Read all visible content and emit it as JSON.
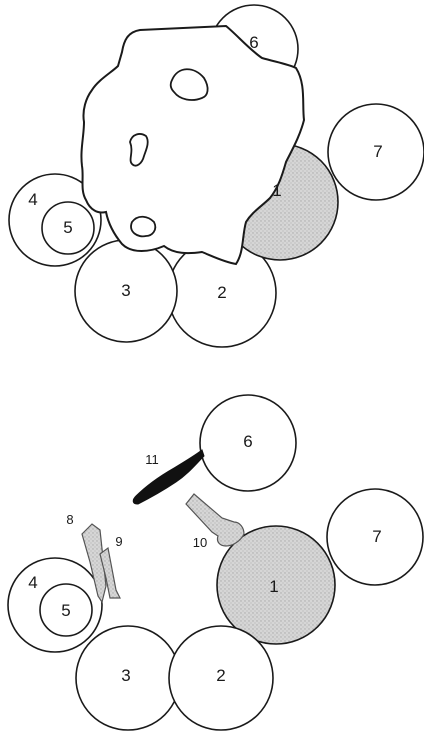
{
  "colors": {
    "background": "#ffffff",
    "outline": "#1a1a1a",
    "stippled_fill": "#cfcfcf",
    "dark_fill": "#111111"
  },
  "top_panel": {
    "labels": {
      "c1": "1",
      "c2": "2",
      "c3": "3",
      "c4": "4",
      "c5": "5",
      "c6": "6",
      "c7": "7"
    }
  },
  "bottom_panel": {
    "labels": {
      "c1": "1",
      "c2": "2",
      "c3": "3",
      "c4": "4",
      "c5": "5",
      "c6": "6",
      "c7": "7",
      "p8": "8",
      "p9": "9",
      "p10": "10",
      "p11": "11"
    }
  }
}
